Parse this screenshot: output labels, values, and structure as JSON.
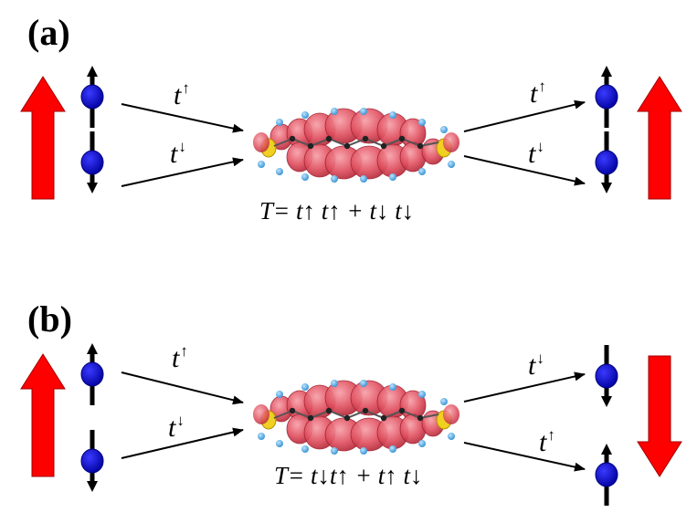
{
  "panels": [
    {
      "label": "(a)",
      "t_up": "t",
      "t_up_sup": "↑",
      "t_down": "t",
      "t_down_sup": "↓",
      "t_out1": "t",
      "t_out1_sup": "↑",
      "t_out2": "t",
      "t_out2_sup": "↓",
      "formula": "T= t↑ t↑ + t↓ t↓",
      "left_big_arrow": "up",
      "right_big_arrow": "up",
      "right_spins": [
        "up",
        "down"
      ]
    },
    {
      "label": "(b)",
      "t_up": "t",
      "t_up_sup": "↑",
      "t_down": "t",
      "t_down_sup": "↓",
      "t_out1": "t",
      "t_out1_sup": "↓",
      "t_out2": "t",
      "t_out2_sup": "↑",
      "formula": "T= t↓t↑ + t↑ t↓",
      "left_big_arrow": "up",
      "right_big_arrow": "down",
      "right_spins": [
        "down",
        "up"
      ]
    }
  ],
  "colors": {
    "big_arrow": "#ff0000",
    "electron": "#0000cc",
    "orbital": "#e05060",
    "sulfur": "#f0d020",
    "hydrogen": "#4aa8e0",
    "carbon": "#222222"
  }
}
